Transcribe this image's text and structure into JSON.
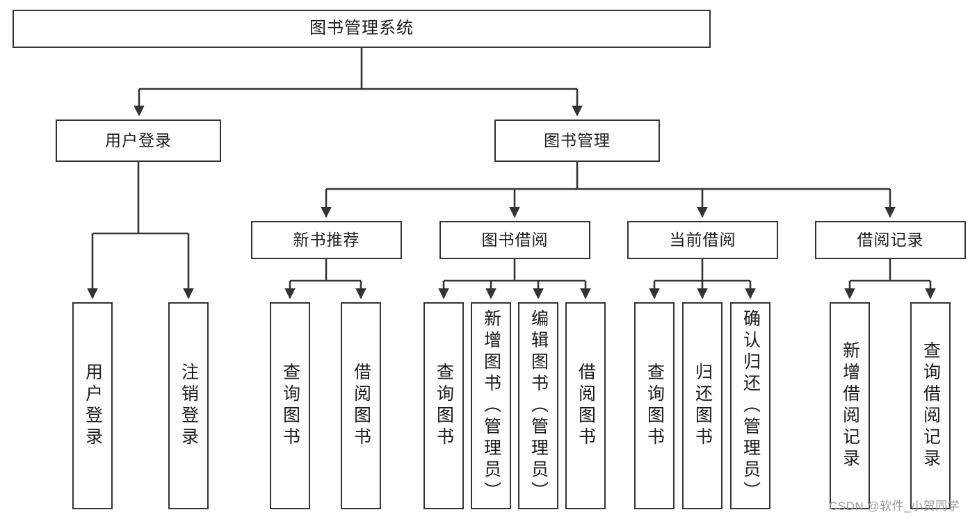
{
  "diagram": {
    "title": "图书管理系统",
    "type": "tree-hierarchy-chart",
    "root": {
      "label": "图书管理系统"
    },
    "level2": [
      {
        "label": "用户登录"
      },
      {
        "label": "图书管理"
      }
    ],
    "level3": [
      {
        "label": "新书推荐"
      },
      {
        "label": "图书借阅"
      },
      {
        "label": "当前借阅"
      },
      {
        "label": "借阅记录"
      }
    ],
    "leaves": {
      "user_login": [
        {
          "label": "用户登录"
        },
        {
          "label": "注销登录"
        }
      ],
      "new_book_recommend": [
        {
          "label": "查询图书"
        },
        {
          "label": "借阅图书"
        }
      ],
      "book_borrow": [
        {
          "label": "查询图书"
        },
        {
          "label": "新增图书（管理员）"
        },
        {
          "label": "编辑图书（管理员）"
        },
        {
          "label": "借阅图书"
        }
      ],
      "current_borrow": [
        {
          "label": "查询图书"
        },
        {
          "label": "归还图书"
        },
        {
          "label": "确认归还（管理员）"
        }
      ],
      "borrow_record": [
        {
          "label": "新增借阅记录"
        },
        {
          "label": "查询借阅记录"
        }
      ]
    },
    "watermark": "CSDN @软件_小贺同学",
    "colors": {
      "stroke": "#333333",
      "background": "#ffffff",
      "text": "#1a1a1a",
      "watermark": "#9a9a9a"
    }
  }
}
